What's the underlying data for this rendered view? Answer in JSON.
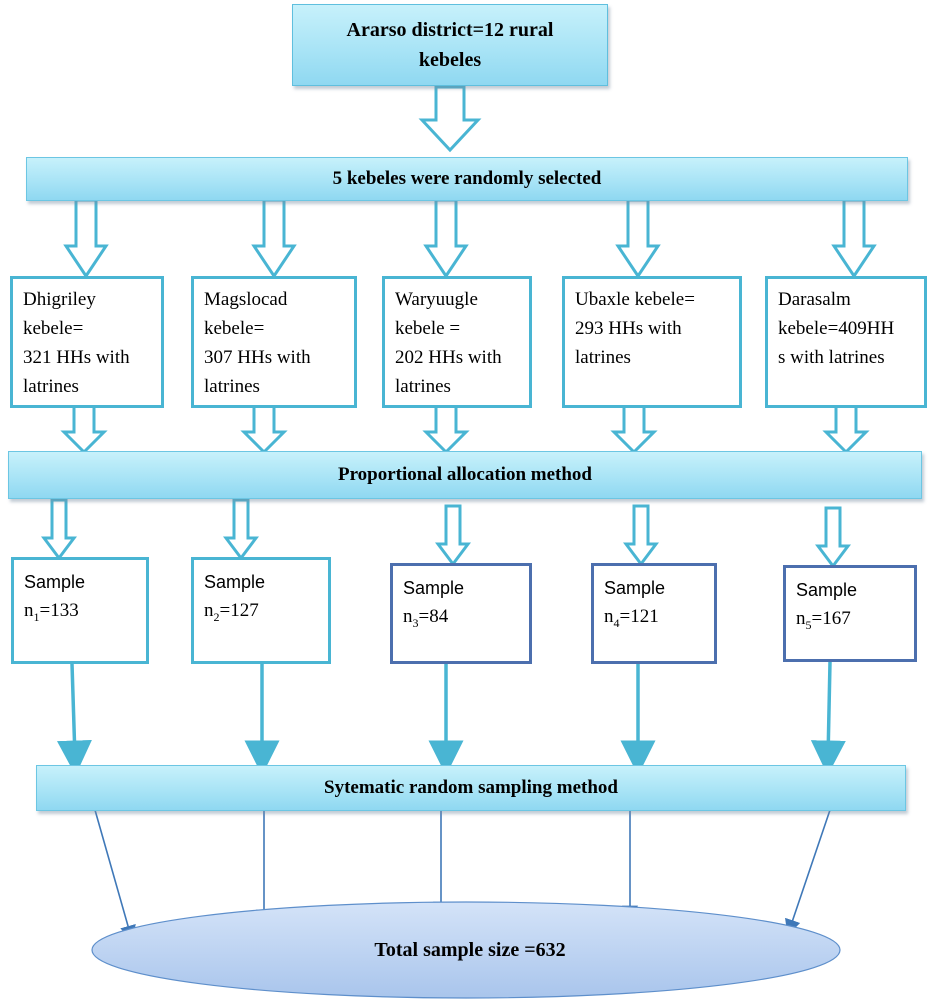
{
  "top": {
    "lines": [
      "Ararso district=12 rural",
      "kebeles"
    ]
  },
  "selection": {
    "label": "5 kebeles were randomly selected"
  },
  "kebeles": [
    {
      "text": "Dhigriley\nkebele=\n321 HHs with\nlatrines"
    },
    {
      "text": "Magslocad\nkebele=\n307 HHs with\nlatrines"
    },
    {
      "text": "Waryuugle\nkebele =\n202 HHs with\nlatrines"
    },
    {
      "text": "Ubaxle kebele=\n293 HHs with\nlatrines"
    },
    {
      "text": "Darasalm\nkebele=409HH\ns with latrines"
    }
  ],
  "allocation": {
    "label": "Proportional allocation method"
  },
  "samples": [
    {
      "label": "Sample",
      "n": "n",
      "sub": "1",
      "eq": "=133"
    },
    {
      "label": "Sample",
      "n": "n",
      "sub": "2",
      "eq": "=127"
    },
    {
      "label": "Sample",
      "n": "n",
      "sub": "3",
      "eq": "=84"
    },
    {
      "label": "Sample",
      "n": "n",
      "sub": "4",
      "eq": "=121"
    },
    {
      "label": "Sample",
      "n": "n",
      "sub": "5",
      "eq": "=167"
    }
  ],
  "systematic": {
    "label": "Sytematic random sampling method"
  },
  "total": {
    "label": "Total sample size =632"
  },
  "colors": {
    "band_fill": "#a9e4f6",
    "teal_border": "#49b5d3",
    "blue_border": "#4c6fae",
    "ellipse_fill": "#b7d0f0",
    "arrow_line": "#3f78b8"
  }
}
